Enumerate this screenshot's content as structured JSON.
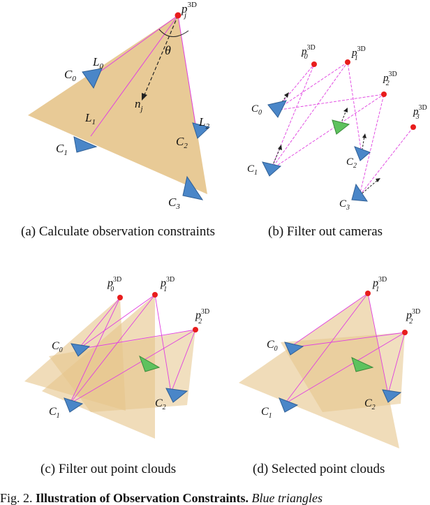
{
  "colors": {
    "triangle_fill": "#e6c48b",
    "camera_fill": "#4a86c8",
    "camera_stroke": "#2f5f95",
    "ray": "#e040e0",
    "point": "#e81c1c",
    "green": "#5ec25e"
  },
  "panel_a": {
    "point_label": "p",
    "point_sup": "3D",
    "point_sub": "j",
    "theta": "θ",
    "normal_label": "n",
    "normal_sub": "j",
    "lines": [
      {
        "label": "L",
        "sub": "0"
      },
      {
        "label": "L",
        "sub": "1"
      },
      {
        "label": "L",
        "sub": "2"
      }
    ],
    "cameras": [
      {
        "label": "C",
        "sub": "0"
      },
      {
        "label": "C",
        "sub": "1"
      },
      {
        "label": "C",
        "sub": "2"
      },
      {
        "label": "C",
        "sub": "3"
      }
    ]
  },
  "panel_b": {
    "points": [
      {
        "label": "p",
        "sub": "0",
        "sup": "3D"
      },
      {
        "label": "p",
        "sub": "1",
        "sup": "3D"
      },
      {
        "label": "p",
        "sub": "2",
        "sup": "3D"
      },
      {
        "label": "p",
        "sub": "3",
        "sup": "3D"
      }
    ],
    "cameras": [
      {
        "label": "C",
        "sub": "0"
      },
      {
        "label": "C",
        "sub": "1"
      },
      {
        "label": "C",
        "sub": "2"
      },
      {
        "label": "C",
        "sub": "3"
      }
    ]
  },
  "panel_c": {
    "points": [
      {
        "label": "p",
        "sub": "0",
        "sup": "3D"
      },
      {
        "label": "p",
        "sub": "1",
        "sup": "3D"
      },
      {
        "label": "p",
        "sub": "2",
        "sup": "3D"
      }
    ],
    "cameras": [
      {
        "label": "C",
        "sub": "0"
      },
      {
        "label": "C",
        "sub": "1"
      },
      {
        "label": "C",
        "sub": "2"
      }
    ]
  },
  "panel_d": {
    "points": [
      {
        "label": "p",
        "sub": "1",
        "sup": "3D"
      },
      {
        "label": "p",
        "sub": "2",
        "sup": "3D"
      }
    ],
    "cameras": [
      {
        "label": "C",
        "sub": "0"
      },
      {
        "label": "C",
        "sub": "1"
      },
      {
        "label": "C",
        "sub": "2"
      }
    ]
  },
  "captions": {
    "a": "(a) Calculate observation constraints",
    "b": "(b) Filter out cameras",
    "c": "(c) Filter out point clouds",
    "d": "(d) Selected point clouds"
  },
  "body_text": {
    "prefix": "Fig. 2.  ",
    "bold": "Illustration of Observation Constraints.",
    "italic": " Blue triangles"
  }
}
